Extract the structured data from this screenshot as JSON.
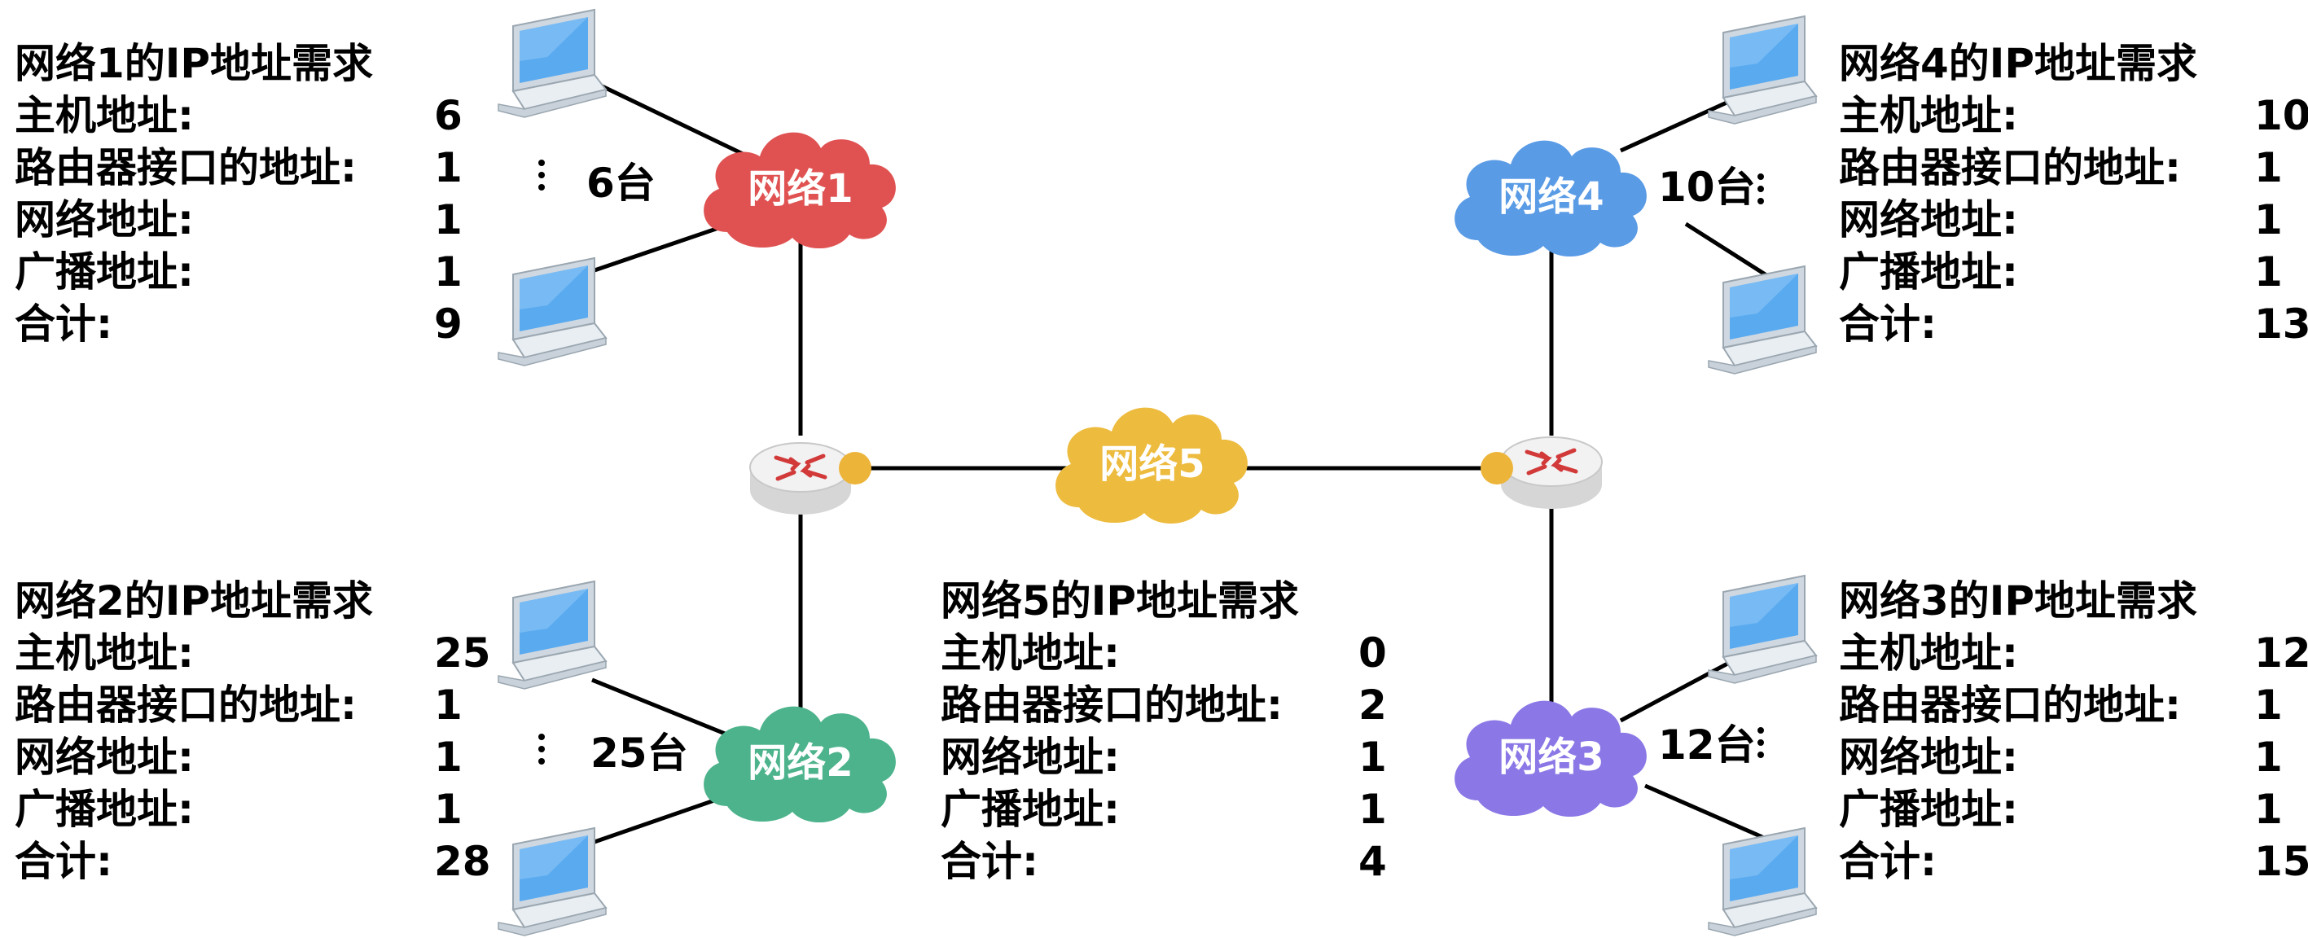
{
  "clouds": [
    {
      "id": "n1",
      "label": "网络1",
      "color": "#E05252"
    },
    {
      "id": "n2",
      "label": "网络2",
      "color": "#4DB38C"
    },
    {
      "id": "n3",
      "label": "网络3",
      "color": "#8B78E6"
    },
    {
      "id": "n4",
      "label": "网络4",
      "color": "#5A9BE6"
    },
    {
      "id": "n5",
      "label": "网络5",
      "color": "#EDBB3D"
    }
  ],
  "host_counts": {
    "n1": "6台",
    "n2": "25台",
    "n3": "12台",
    "n4": "10台"
  },
  "requirements": {
    "labels": {
      "hosts": "主机地址:",
      "router": "路由器接口的地址:",
      "network": "网络地址:",
      "broadcast": "广播地址:",
      "total": "合计:"
    },
    "n1": {
      "title": "网络1的IP地址需求",
      "hosts": "6",
      "router": "1",
      "network": "1",
      "broadcast": "1",
      "total": "9"
    },
    "n2": {
      "title": "网络2的IP地址需求",
      "hosts": "25",
      "router": "1",
      "network": "1",
      "broadcast": "1",
      "total": "28"
    },
    "n3": {
      "title": "网络3的IP地址需求",
      "hosts": "12",
      "router": "1",
      "network": "1",
      "broadcast": "1",
      "total": "15"
    },
    "n4": {
      "title": "网络4的IP地址需求",
      "hosts": "10",
      "router": "1",
      "network": "1",
      "broadcast": "1",
      "total": "13"
    },
    "n5": {
      "title": "网络5的IP地址需求",
      "hosts": "0",
      "router": "2",
      "network": "1",
      "broadcast": "1",
      "total": "4"
    }
  },
  "colors": {
    "line": "#000000",
    "interface_dot": "#EDB43A",
    "laptop_screen": "#5AAAF0",
    "laptop_body": "#E9EEF2",
    "router_body": "#F2F2F2",
    "router_arrow": "#D23A3A"
  },
  "icons": {
    "laptop": "laptop-icon",
    "router": "router-icon",
    "cloud": "cloud-icon"
  }
}
